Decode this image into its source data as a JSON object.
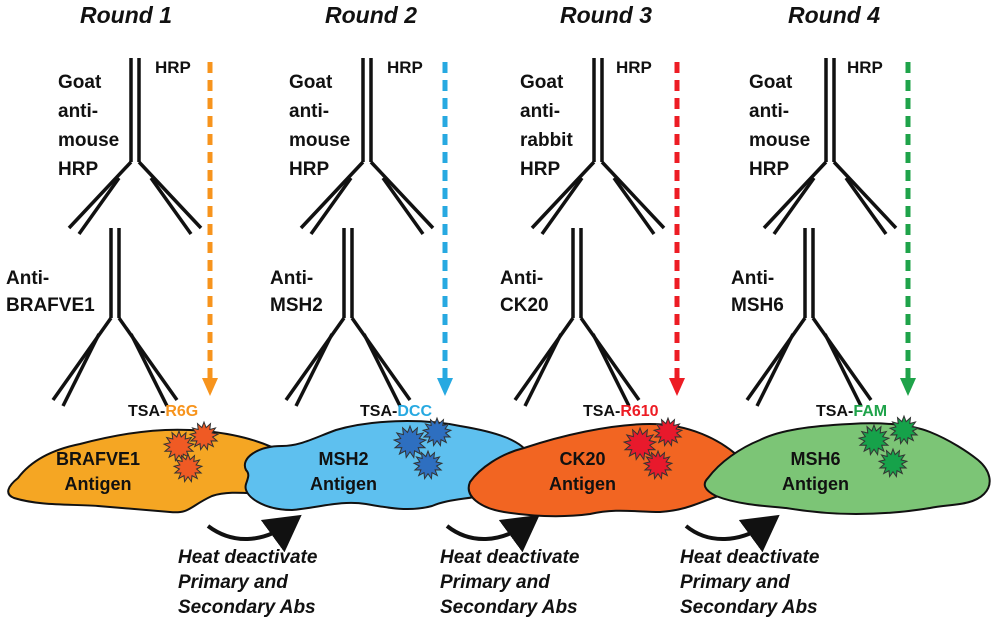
{
  "colors": {
    "round1": "#f5a623",
    "round2": "#5ec0ef",
    "round3": "#f26522",
    "round4": "#7cc576",
    "fluor1": "#f7941d",
    "fluor2": "#27a9e1",
    "fluor3": "#ed1c24",
    "fluor4": "#1fa34a",
    "burst1": "#ef5a24",
    "burst2": "#2e6fc0",
    "burst3": "#e8192c",
    "burst4": "#16a24a",
    "antibody": "#111111"
  },
  "rounds": [
    {
      "title": "Round 1",
      "secondary": [
        "Goat",
        "anti-",
        "mouse",
        "HRP"
      ],
      "hrp": "HRP",
      "primary": [
        "Anti-",
        "BRAFVE1"
      ],
      "tsa_prefix": "TSA-",
      "tsa_fluor": "R6G",
      "antigen": [
        "BRAFVE1",
        "Antigen"
      ]
    },
    {
      "title": "Round 2",
      "secondary": [
        "Goat",
        "anti-",
        "mouse",
        "HRP"
      ],
      "hrp": "HRP",
      "primary": [
        "Anti-",
        "MSH2"
      ],
      "tsa_prefix": "TSA-",
      "tsa_fluor": "DCC",
      "antigen": [
        "MSH2",
        "Antigen"
      ]
    },
    {
      "title": "Round 3",
      "secondary": [
        "Goat",
        "anti-",
        "rabbit",
        "HRP"
      ],
      "hrp": "HRP",
      "primary": [
        "Anti-",
        "CK20"
      ],
      "tsa_prefix": "TSA-",
      "tsa_fluor": "R610",
      "antigen": [
        "CK20",
        "Antigen"
      ]
    },
    {
      "title": "Round 4",
      "secondary": [
        "Goat",
        "anti-",
        "mouse",
        "HRP"
      ],
      "hrp": "HRP",
      "primary": [
        "Anti-",
        "MSH6"
      ],
      "tsa_prefix": "TSA-",
      "tsa_fluor": "FAM",
      "antigen": [
        "MSH6",
        "Antigen"
      ]
    }
  ],
  "heat_steps": [
    [
      "Heat deactivate",
      "Primary and",
      "Secondary Abs"
    ],
    [
      "Heat deactivate",
      "Primary and",
      "Secondary Abs"
    ],
    [
      "Heat deactivate",
      "Primary and",
      "Secondary Abs"
    ]
  ]
}
